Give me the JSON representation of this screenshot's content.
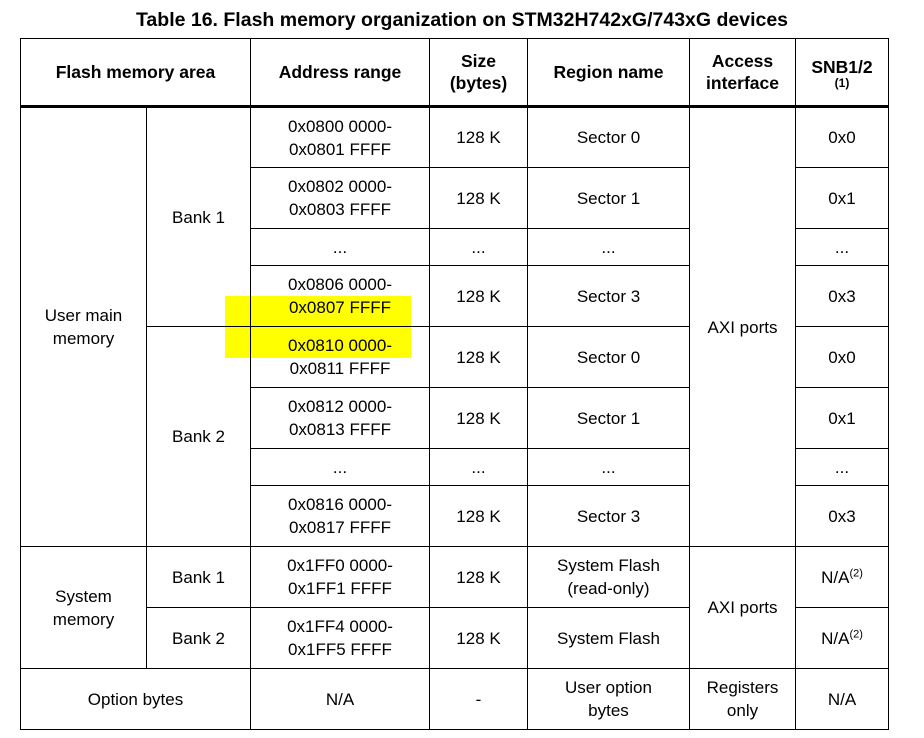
{
  "title": "Table 16. Flash memory organization on STM32H742xG/743xG devices",
  "highlight_color": "#ffff00",
  "headers": {
    "area": "Flash memory area",
    "address": "Address range",
    "size_line1": "Size",
    "size_line2": "(bytes)",
    "region": "Region name",
    "access_line1": "Access",
    "access_line2": "interface",
    "snb": "SNB1/2",
    "snb_note": "(1)"
  },
  "user_main": {
    "label_line1": "User main",
    "label_line2": "memory",
    "access": "AXI ports",
    "banks": [
      {
        "name": "Bank 1",
        "rows": [
          {
            "addr1": "0x0800 0000-",
            "addr2": "0x0801 FFFF",
            "size": "128 K",
            "region": "Sector 0",
            "snb": "0x0"
          },
          {
            "addr1": "0x0802 0000-",
            "addr2": "0x0803 FFFF",
            "size": "128 K",
            "region": "Sector 1",
            "snb": "0x1"
          },
          {
            "addr1": "...",
            "size": "...",
            "region": "...",
            "snb": "..."
          },
          {
            "addr1": "0x0806 0000-",
            "addr2": "0x0807 FFFF",
            "size": "128 K",
            "region": "Sector 3",
            "snb": "0x3"
          }
        ]
      },
      {
        "name": "Bank 2",
        "rows": [
          {
            "addr1": "0x0810 0000-",
            "addr2": "0x0811 FFFF",
            "size": "128 K",
            "region": "Sector 0",
            "snb": "0x0"
          },
          {
            "addr1": "0x0812 0000-",
            "addr2": "0x0813 FFFF",
            "size": "128 K",
            "region": "Sector 1",
            "snb": "0x1"
          },
          {
            "addr1": "...",
            "size": "...",
            "region": "...",
            "snb": "..."
          },
          {
            "addr1": "0x0816 0000-",
            "addr2": "0x0817 FFFF",
            "size": "128 K",
            "region": "Sector 3",
            "snb": "0x3"
          }
        ]
      }
    ]
  },
  "system": {
    "label_line1": "System",
    "label_line2": "memory",
    "access": "AXI ports",
    "rows": [
      {
        "bank": "Bank 1",
        "addr1": "0x1FF0 0000-",
        "addr2": "0x1FF1 FFFF",
        "size": "128 K",
        "region1": "System Flash",
        "region2": "(read-only)",
        "snb": "N/A",
        "snb_note": "(2)"
      },
      {
        "bank": "Bank 2",
        "addr1": "0x1FF4 0000-",
        "addr2": "0x1FF5 FFFF",
        "size": "128 K",
        "region1": "System Flash",
        "region2": "",
        "snb": "N/A",
        "snb_note": "(2)"
      }
    ]
  },
  "option": {
    "label": "Option bytes",
    "addr": "N/A",
    "size": "-",
    "region1": "User option",
    "region2": "bytes",
    "access1": "Registers",
    "access2": "only",
    "snb": "N/A"
  }
}
